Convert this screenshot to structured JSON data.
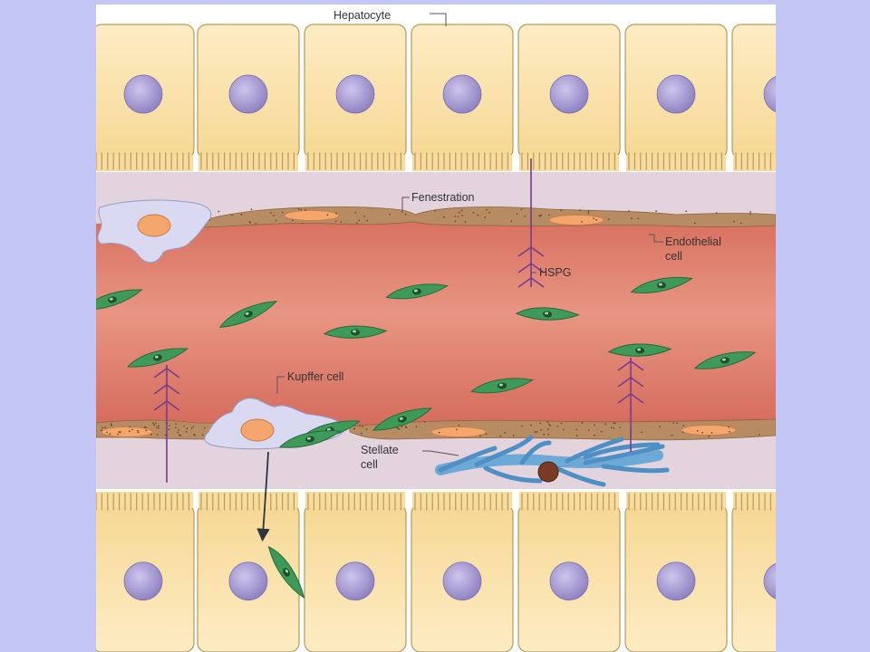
{
  "labels": {
    "hepatocyte": "Hepatocyte",
    "fenestration": "Fenestration",
    "endothelial_line1": "Endothelial",
    "endothelial_line2": "cell",
    "hspg": "HSPG",
    "kupffer": "Kupffer cell",
    "stellate_line1": "Stellate",
    "stellate_line2": "cell"
  },
  "colors": {
    "background": "#c4c6f6",
    "hepatocyte_fill": "#f9e1a6",
    "hepatocyte_edge": "#b89a5c",
    "nucleus": "#a79ad0",
    "sinusoid": "#e17d6e",
    "space_of_disse": "#e2d3dc",
    "endothelium": "#b88c63",
    "endothelial_nucleus": "#f5a66c",
    "kupffer_cell": "#d9d9f2",
    "parasite": "#3f9a5a",
    "stellate_cell": "#6da9d6",
    "hspg": "#7a3a8e"
  },
  "icons": [
    "hepatocyte-cell",
    "nucleus",
    "sporozoite",
    "kupffer-cell",
    "stellate-cell",
    "hspg-molecule",
    "migration-arrow"
  ]
}
